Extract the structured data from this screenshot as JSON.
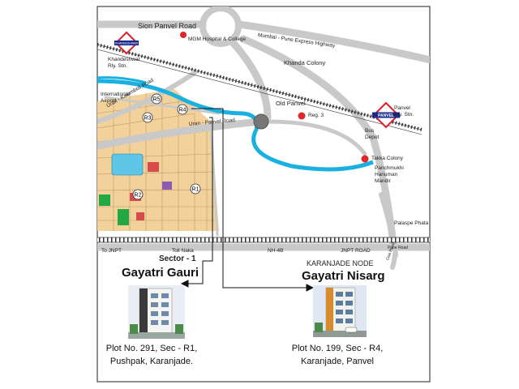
{
  "map": {
    "roads": {
      "sion_panvel": "Sion Panvel Road",
      "mumbai_pune": "Mumbai - Pune Express Highway",
      "uran_kalamboli": "Uran - Kalamboli Road",
      "uran_panvel": "Uran - Panvel Road",
      "to_jnpt": "To JNPT",
      "toll_naka": "Toll Naka",
      "nh4b": "NH-4B",
      "jnpt_road": "JNPT ROAD",
      "pune_road": "Pune Road",
      "goa_road": "Goa Road"
    },
    "places": {
      "mgm": "MGM Hospital & College",
      "khandeshwar": "Khandeshwar\nRly. Stn.",
      "khanda_colony": "Khanda Colony",
      "intl_airport": "International\nAirport",
      "old_panvel": "Old Panvel",
      "reg3": "Reg. 3",
      "panvel_rly": "Panvel\nRly. Stn.",
      "bus_depot": "Bus\nDepot",
      "takka_colony": "Takka Colony",
      "panchmukhi": "Panchmukhi\nHanuman\nMandir",
      "palaspe": "Palaspe Phata",
      "karanjade_node": "KARANJADE NODE",
      "sector1": "Sector - 1"
    },
    "station_badges": {
      "khandeshwar": "KHANDESHWAR",
      "panvel": "PANVEL"
    },
    "sector_markers": [
      "R5",
      "R4",
      "R3",
      "R2",
      "R1"
    ],
    "colors": {
      "road": "#c9c9c9",
      "river": "#1ab0e0",
      "poi": "#e0262a",
      "station": "#1a2a8c",
      "station_ring": "#e01e26",
      "plots": "#f2d29a",
      "frame": "#444444"
    }
  },
  "projects": [
    {
      "name": "Gayatri Gauri",
      "address_line1": "Plot No. 291, Sec - R1,",
      "address_line2": "Pushpak, Karanjade."
    },
    {
      "name": "Gayatri Nisarg",
      "address_line1": "Plot No. 199, Sec - R4,",
      "address_line2": "Karanjade, Panvel"
    }
  ]
}
